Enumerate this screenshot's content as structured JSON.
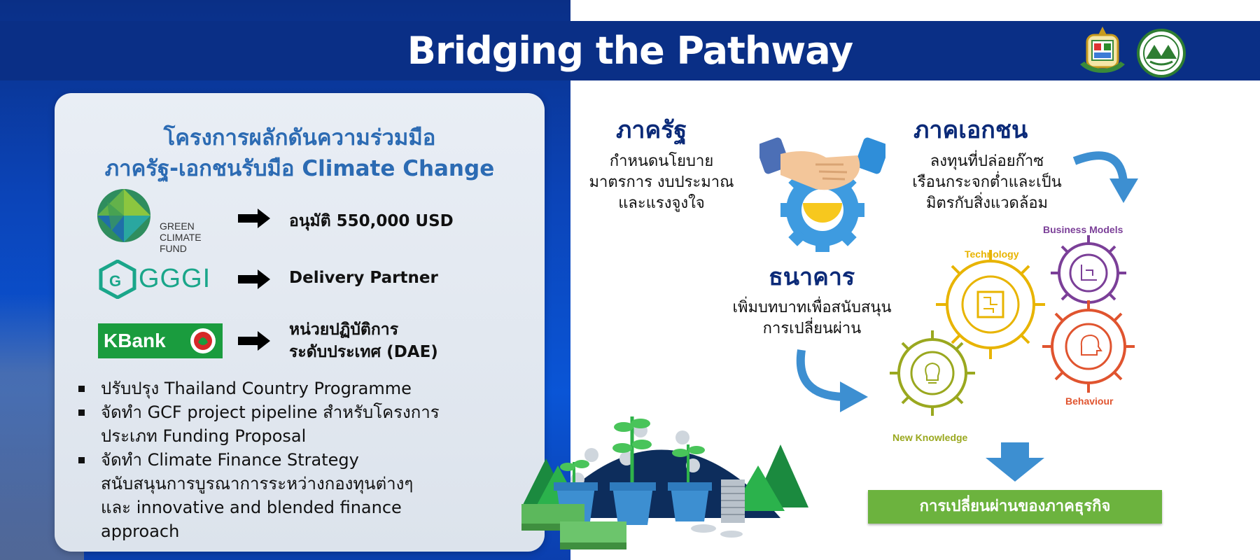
{
  "header": {
    "title": "Bridging the Pathway"
  },
  "left_card": {
    "title_line1": "โครงการผลักดันความร่วมมือ",
    "title_line2": "ภาครัฐ-เอกชนรับมือ Climate Change",
    "partners": [
      {
        "logo": "green-climate-fund-logo",
        "logo_text": [
          "GREEN",
          "CLIMATE",
          "FUND"
        ],
        "detail": "อนุมัติ 550,000 USD"
      },
      {
        "logo": "gggi-logo",
        "logo_text": [
          "GGGI"
        ],
        "detail": "Delivery Partner"
      },
      {
        "logo": "kbank-logo",
        "logo_text": [
          "KBank"
        ],
        "detail": "หน่วยปฏิบัติการ ระดับประเทศ (DAE)",
        "detail_line1": "หน่วยปฏิบัติการ",
        "detail_line2": "ระดับประเทศ (DAE)"
      }
    ],
    "bullets": [
      {
        "line1": "ปรับปรุง Thailand Country Programme"
      },
      {
        "line1": "จัดทำ GCF project pipeline สำหรับโครงการ",
        "line2": "ประเภท Funding Proposal"
      },
      {
        "line1": "จัดทำ Climate Finance Strategy",
        "line2": "สนับสนุนการบูรณาการระหว่างกองทุนต่างๆ",
        "line3": "และ innovative and blended finance",
        "line4": "approach"
      }
    ]
  },
  "right_panel": {
    "public_sector": {
      "heading": "ภาครัฐ",
      "line1": "กำหนดนโยบาย",
      "line2": "มาตรการ งบประมาณ",
      "line3": "และแรงจูงใจ"
    },
    "private_sector": {
      "heading": "ภาคเอกชน",
      "line1": "ลงทุนที่ปล่อยก๊าซ",
      "line2": "เรือนกระจกต่ำและเป็น",
      "line3": "มิตรกับสิ่งแวดล้อม"
    },
    "bank": {
      "heading": "ธนาคาร",
      "line1": "เพิ่มบทบาทเพื่อสนับสนุน",
      "line2": "การเปลี่ยนผ่าน"
    },
    "gears": {
      "technology": "Technology",
      "business_models": "Business Models",
      "behaviour": "Behaviour",
      "new_knowledge": "New Knowledge"
    },
    "outcome": "การเปลี่ยนผ่านของภาคธุรกิจ",
    "colors": {
      "technology": "#e8b400",
      "business_models": "#7b3f98",
      "behaviour": "#e0542f",
      "new_knowledge": "#9aa81f",
      "outcome": "#6cb33e"
    }
  }
}
